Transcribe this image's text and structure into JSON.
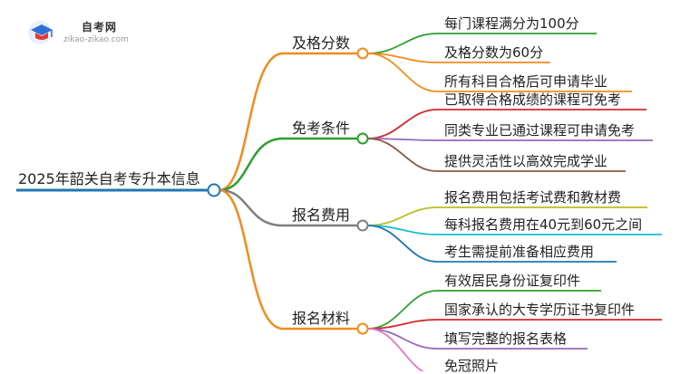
{
  "brand": {
    "name": "自考网",
    "url": "zikao-zikao.com"
  },
  "mindmap": {
    "root": {
      "label": "2025年韶关自考专升本信息"
    },
    "branches": [
      {
        "label": "及格分数",
        "color": "#f28b1c",
        "children": [
          {
            "label": "每门课程满分为100分",
            "color": "#2ca02c"
          },
          {
            "label": "及格分数为60分",
            "color": "#f28b1c"
          },
          {
            "label": "所有科目合格后可申请毕业",
            "color": "#f28b1c"
          }
        ]
      },
      {
        "label": "免考条件",
        "color": "#2ca02c",
        "children": [
          {
            "label": "已取得合格成绩的课程可免考",
            "color": "#d62728"
          },
          {
            "label": "同类专业已通过课程可申请免考",
            "color": "#9467bd"
          },
          {
            "label": "提供灵活性以高效完成学业",
            "color": "#8c564b"
          }
        ]
      },
      {
        "label": "报名费用",
        "color": "#7f7f7f",
        "children": [
          {
            "label": "报名费用包括考试费和教材费",
            "color": "#bcbd22"
          },
          {
            "label": "每科报名费用在40元到60元之间",
            "color": "#17becf"
          },
          {
            "label": "考生需提前准备相应费用",
            "color": "#1f77b4"
          }
        ]
      },
      {
        "label": "报名材料",
        "color": "#f28b1c",
        "children": [
          {
            "label": "有效居民身份证复印件",
            "color": "#2ca02c"
          },
          {
            "label": "国家承认的大专学历证书复印件",
            "color": "#d62728"
          },
          {
            "label": "填写完整的报名表格",
            "color": "#9467bd"
          },
          {
            "label": "免冠照片",
            "color": "#e377c2"
          }
        ]
      }
    ]
  }
}
